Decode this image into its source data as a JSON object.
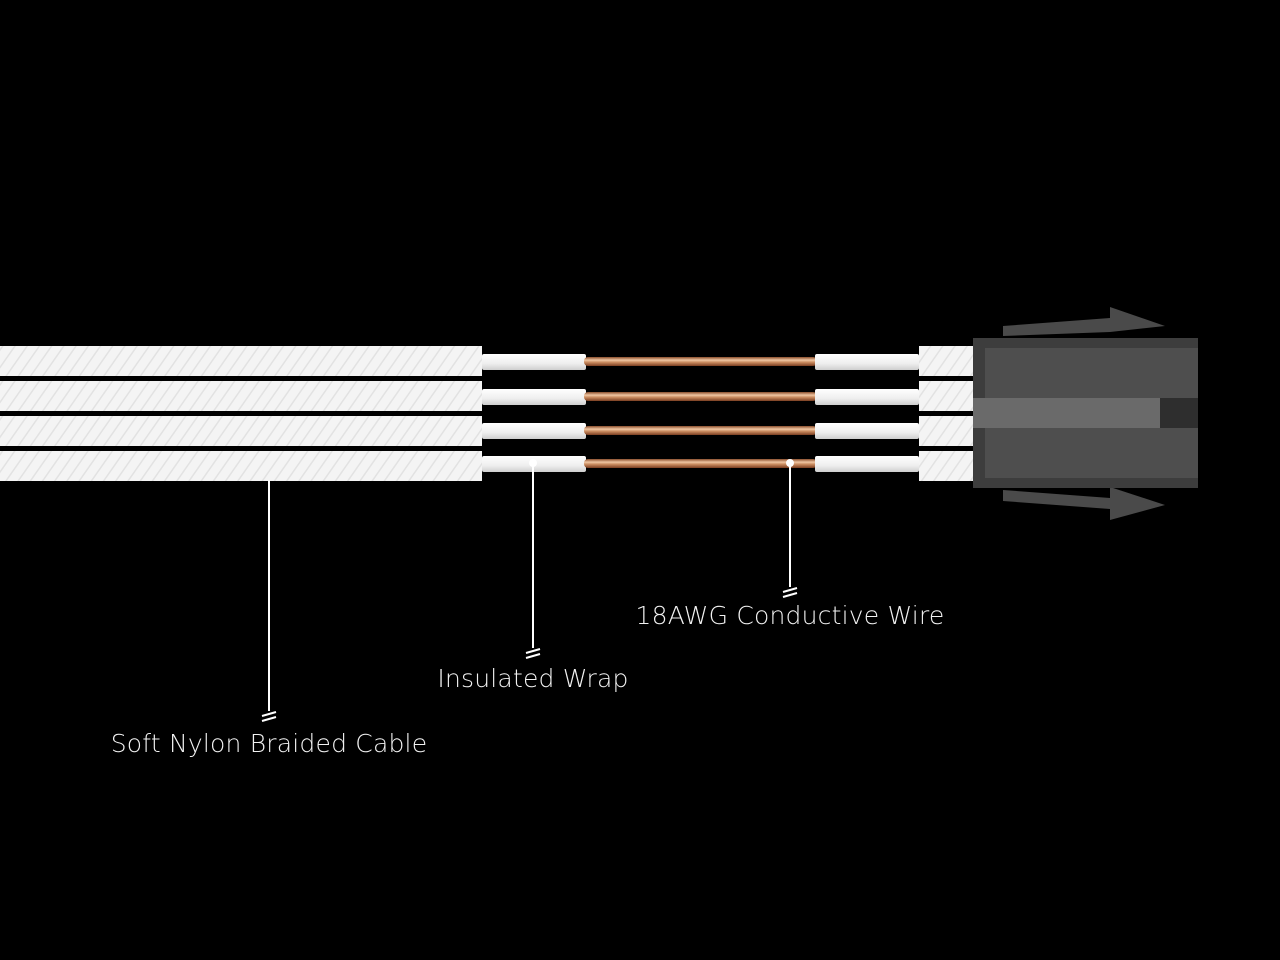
{
  "colors": {
    "background": "#000000",
    "braid": "#f4f4f4",
    "braid_texture": "#d9d9d9",
    "insulation": "#f7f7f7",
    "copper": "#c98a5e",
    "connector": "#4a4a4a",
    "connector_light": "#6a6a6a",
    "leader_line": "#ffffff",
    "text": "#f2f2f2"
  },
  "wire_count": 4,
  "callouts": {
    "braided_cable": "Soft Nylon Braided Cable",
    "insulation": "Insulated Wrap",
    "conductor": "18AWG Conductive Wire"
  }
}
